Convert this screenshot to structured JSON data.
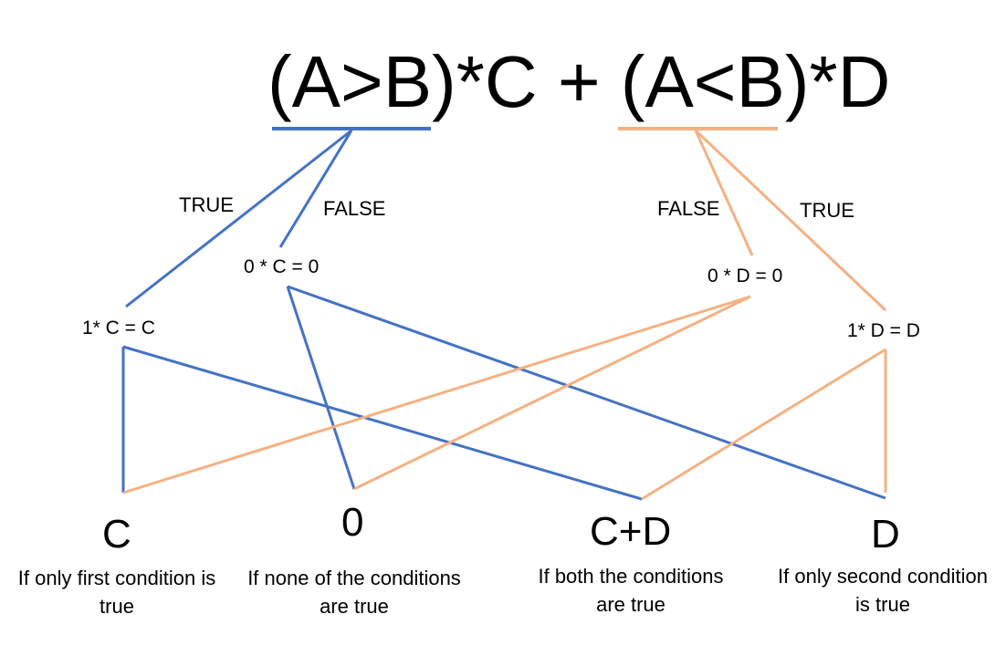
{
  "formula": "(A>B)*C + (A<B)*D",
  "colors": {
    "first_condition": "#4472C4",
    "second_condition": "#F4B183",
    "text": "#000000"
  },
  "branches": {
    "first_true": "TRUE",
    "first_false": "FALSE",
    "second_false": "FALSE",
    "second_true": "TRUE"
  },
  "nodes": {
    "first_true": "1* C = C",
    "first_false": "0 * C = 0",
    "second_false": "0 * D = 0",
    "second_true": "1* D = D"
  },
  "results": [
    {
      "value": "C",
      "description": "If only first condition is true"
    },
    {
      "value": "0",
      "description": "If none of the conditions are true"
    },
    {
      "value": "C+D",
      "description": "If both the conditions are true"
    },
    {
      "value": "D",
      "description": "If only second condition is true"
    }
  ]
}
